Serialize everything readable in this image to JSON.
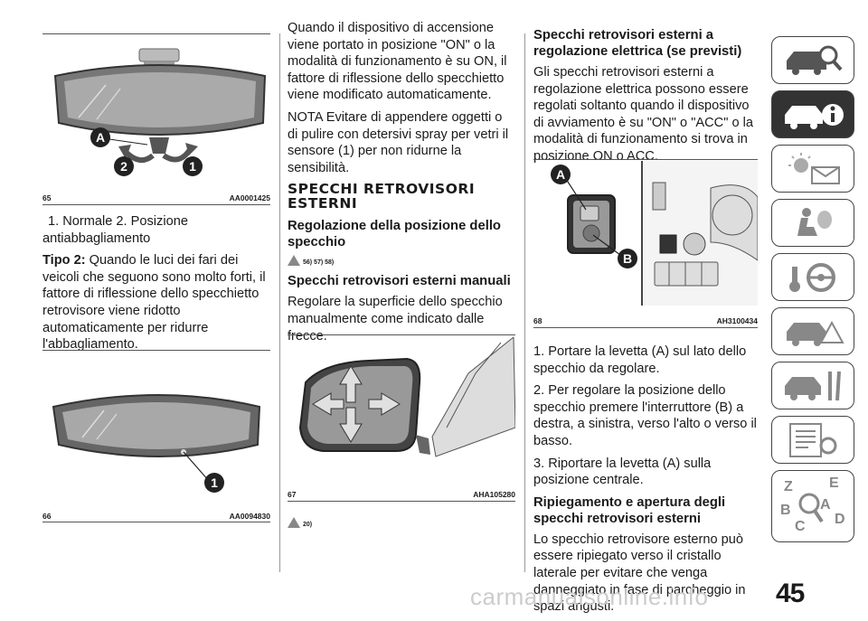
{
  "page_number": "45",
  "watermark": "carmanualsonline.info",
  "col1": {
    "fig65": {
      "num": "65",
      "code": "AA0001425",
      "labels": [
        "A",
        "2",
        "1"
      ]
    },
    "caption_list": "1. Normale  2. Posizione antiabbagliamento",
    "tipo_label": "Tipo 2:",
    "tipo_text": " Quando le luci dei fari dei veicoli che seguono sono molto forti, il fattore di riflessione dello specchietto retrovisore viene ridotto automaticamente per ridurre l'abbagliamento.",
    "fig66": {
      "num": "66",
      "code": "AA0094830",
      "labels": [
        "1"
      ]
    }
  },
  "col2": {
    "p1": "Quando il dispositivo di accensione viene portato in posizione \"ON\" o la modalità di funzionamento è su ON, il fattore di riflessione dello specchietto viene modificato automaticamente.",
    "nota": "NOTA  Evitare di appendere oggetti o di pulire con detersivi spray per vetri il sensore (1) per non ridurne la sensibilità.",
    "h_section": "SPECCHI RETROVISORI ESTERNI",
    "h_reg": "Regolazione della posizione dello specchio",
    "warn1": "56) 57) 58)",
    "h_manual": "Specchi retrovisori esterni manuali",
    "p_manual": "Regolare la superficie dello specchio manualmente come indicato dalle frecce.",
    "fig67": {
      "num": "67",
      "code": "AHA105280"
    },
    "warn2": "20)"
  },
  "col3": {
    "h_elec": "Specchi retrovisori esterni a regolazione elettrica (se previsti)",
    "p_elec": "Gli specchi retrovisori esterni a regolazione elettrica possono essere regolati soltanto quando il dispositivo di avviamento è su \"ON\" o \"ACC\" o la modalità di funzionamento si trova in posizione ON o ACC.",
    "fig68": {
      "num": "68",
      "code": "AH3100434",
      "labels": [
        "A",
        "B"
      ]
    },
    "steps": [
      "1. Portare la levetta (A) sul lato dello specchio da regolare.",
      "2. Per regolare la posizione dello specchio premere l'interruttore (B) a destra, a sinistra, verso l'alto o verso il basso.",
      "3. Riportare la levetta (A) sulla posizione centrale."
    ],
    "h_fold": "Ripiegamento e apertura degli specchi retrovisori esterni",
    "p_fold": "Lo specchio retrovisore esterno può essere ripiegato verso il cristallo laterale per evitare che venga danneggiato in fase di parcheggio in spazi angusti."
  },
  "sidebar": {
    "active_index": 1,
    "items": [
      {
        "icon": "car-search-icon"
      },
      {
        "icon": "car-info-icon"
      },
      {
        "icon": "warning-lights-message-icon"
      },
      {
        "icon": "airbag-seat-icon"
      },
      {
        "icon": "key-steering-wheel-icon"
      },
      {
        "icon": "car-warning-triangle-icon"
      },
      {
        "icon": "car-tools-icon"
      },
      {
        "icon": "technical-data-list-icon"
      },
      {
        "icon": "alphabet-index-search-icon"
      }
    ],
    "index_letters": [
      "Z",
      "E",
      "B",
      "A",
      "C",
      "D"
    ]
  }
}
